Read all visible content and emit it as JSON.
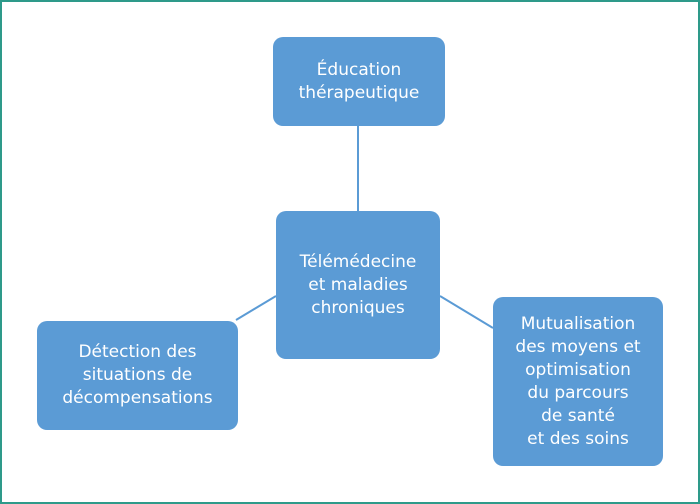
{
  "diagram": {
    "nodes": {
      "top": "Éducation\nthérapeutique",
      "center": "Télémédecine\net maladies\nchroniques",
      "left": "Détection des\nsituations de\ndécompensations",
      "right": "Mutualisation\ndes moyens et\noptimisation\ndu parcours\nde santé\net des soins"
    },
    "colors": {
      "node_fill": "#5b9bd5",
      "connector": "#5b9bd5",
      "frame_border": "#2e9a8a",
      "text": "#ffffff"
    }
  }
}
